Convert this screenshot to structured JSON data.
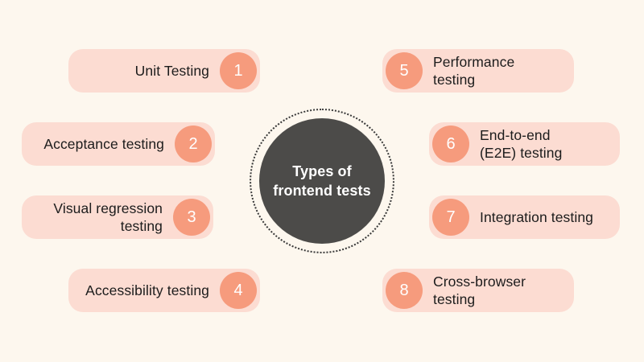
{
  "page": {
    "background_color": "#FDF7EE"
  },
  "center": {
    "title": "Types of\nfrontend tests",
    "circle_color": "#4C4B49",
    "text_color": "#FFFFFF",
    "ring_style": "dotted"
  },
  "style": {
    "pill_color": "#FCDCD2",
    "badge_color": "#F69B7D",
    "label_color": "#1C1C1C"
  },
  "items": [
    {
      "number": "1",
      "label": "Unit Testing",
      "side": "left"
    },
    {
      "number": "2",
      "label": "Acceptance testing",
      "side": "left"
    },
    {
      "number": "3",
      "label": "Visual regression\ntesting",
      "side": "left"
    },
    {
      "number": "4",
      "label": "Accessibility testing",
      "side": "left"
    },
    {
      "number": "5",
      "label": "Performance testing",
      "side": "right"
    },
    {
      "number": "6",
      "label": "End-to-end\n(E2E) testing",
      "side": "right"
    },
    {
      "number": "7",
      "label": "Integration testing",
      "side": "right"
    },
    {
      "number": "8",
      "label": "Cross-browser\ntesting",
      "side": "right"
    }
  ]
}
